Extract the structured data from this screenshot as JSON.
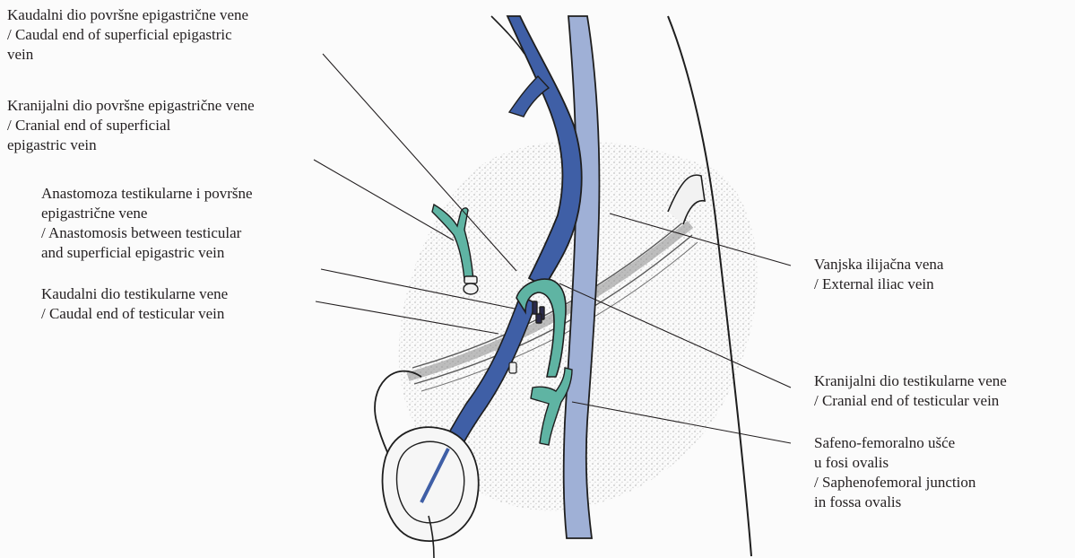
{
  "labels": {
    "superficial_caudal": {
      "line1": "Kaudalni dio površne epigastrične vene",
      "line2": "/ Caudal end of superficial epigastric",
      "line3": "vein"
    },
    "superficial_cranial": {
      "line1": "Kranijalni dio površne epigastrične vene",
      "line2": "/ Cranial end of superficial",
      "line3": "epigastric vein"
    },
    "anastomosis": {
      "line1": "Anastomoza testikularne i površne",
      "line2": "epigastrične vene",
      "line3": "/ Anastomosis between testicular",
      "line4": "and superficial  epigastric vein"
    },
    "testicular_caudal": {
      "line1": "Kaudalni dio testikularne vene",
      "line2": "/ Caudal end of testicular vein"
    },
    "external_iliac": {
      "line1": "Vanjska ilijačna vena",
      "line2": "/ External iliac vein"
    },
    "testicular_cranial": {
      "line1": "Kranijalni dio testikularne vene",
      "line2": "/ Cranial end of testicular vein"
    },
    "saphenofemoral": {
      "line1": "Safeno-femoralno ušće",
      "line2": "u fosi ovalis",
      "line3": "/ Saphenofemoral junction",
      "line4": "in fossa ovalis"
    }
  },
  "colors": {
    "testicular_vein": "#3f5fa6",
    "external_iliac_vein": "#9fb0d6",
    "superficial_epigastric_vein": "#5fb4a3",
    "outline": "#1e1e1e",
    "background_stipple": "#c9c9c9",
    "ligament": "#7a7a7a"
  }
}
